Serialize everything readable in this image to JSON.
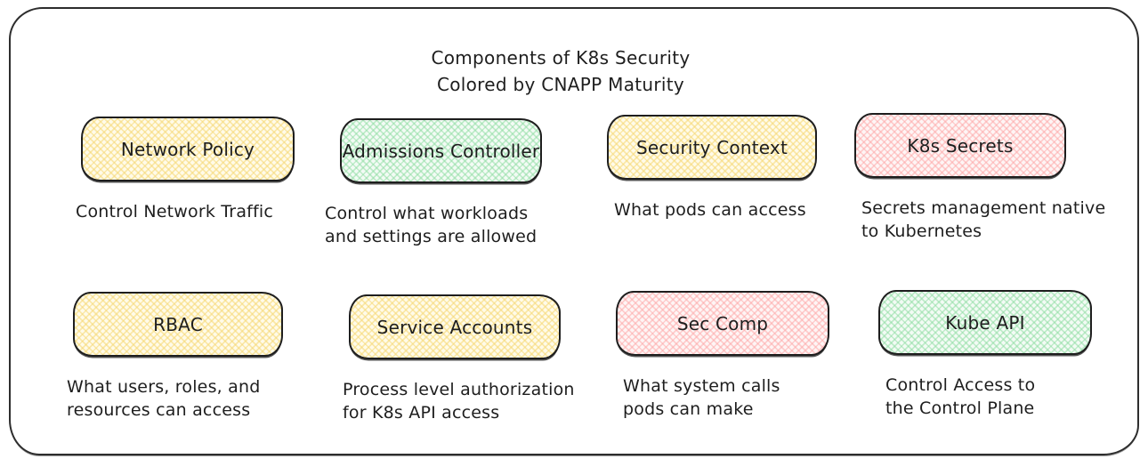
{
  "title": {
    "line1": "Components of K8s Security",
    "line2": "Colored by CNAPP Maturity"
  },
  "maturity_palette": {
    "yellow": "#ffec99",
    "green": "#b2f2bb",
    "pink": "#ffc9c9",
    "stroke": "#1e1e1e",
    "background": "#ffffff"
  },
  "cards": [
    {
      "label": "Network Policy",
      "description": "Control Network Traffic",
      "color": "yellow"
    },
    {
      "label": "Admissions Controller",
      "description": "Control what workloads\nand settings are allowed",
      "color": "green"
    },
    {
      "label": "Security Context",
      "description": "What pods can access",
      "color": "yellow"
    },
    {
      "label": "K8s Secrets",
      "description": "Secrets management native\nto Kubernetes",
      "color": "pink"
    },
    {
      "label": "RBAC",
      "description": "What users, roles, and\nresources can access",
      "color": "yellow"
    },
    {
      "label": "Service Accounts",
      "description": "Process level authorization\nfor K8s API access",
      "color": "yellow"
    },
    {
      "label": "Sec Comp",
      "description": "What system calls\npods can make",
      "color": "pink"
    },
    {
      "label": "Kube API",
      "description": "Control Access to\nthe Control Plane",
      "color": "green"
    }
  ]
}
